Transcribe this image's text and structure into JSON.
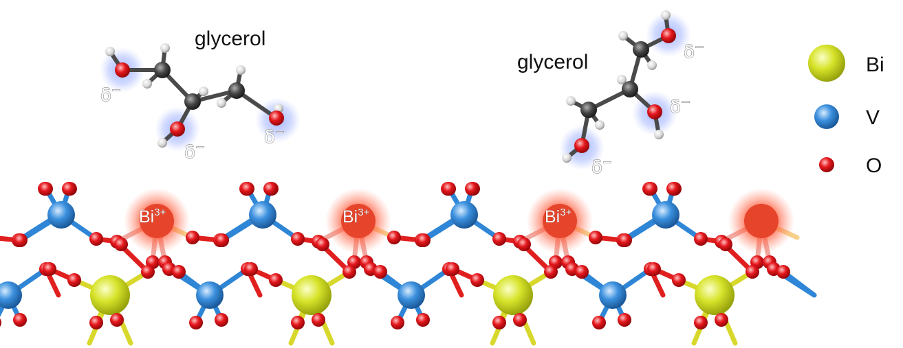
{
  "molecules": [
    {
      "title": "glycerol",
      "delta_symbol": "δ",
      "delta_sign": "−"
    },
    {
      "title": "glycerol",
      "delta_symbol": "δ",
      "delta_sign": "−"
    }
  ],
  "surface": {
    "ion_symbol": "Bi",
    "ion_charge": "3+"
  },
  "legend": [
    {
      "label": "Bi",
      "color": "#c9d81c"
    },
    {
      "label": "V",
      "color": "#2f86d6"
    },
    {
      "label": "O",
      "color": "#e0151a"
    }
  ],
  "colors": {
    "bismuth": "#c9d81c",
    "vanadium": "#2f86d6",
    "oxygen": "#e0151a",
    "carbon": "#3d3d3d",
    "hydrogen": "#e6e6e6",
    "partial_charge_halo": "#5a7cff",
    "bi3plus_glow": "#ff4a2e"
  }
}
